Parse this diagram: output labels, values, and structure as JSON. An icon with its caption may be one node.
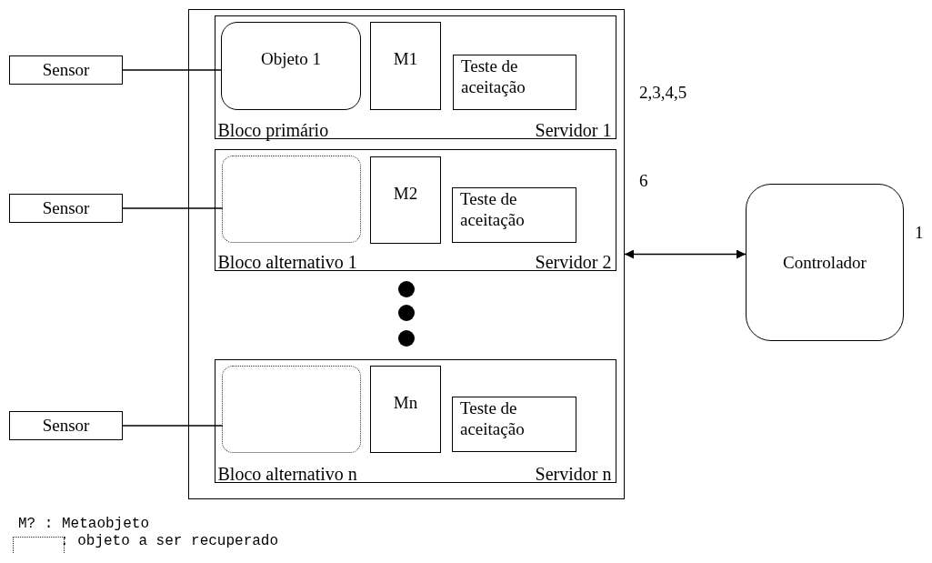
{
  "diagram": {
    "nodes": [
      {
        "text": [],
        "shape": "box"
      },
      {
        "text": [
          "Bloco primário",
          "Servidor 1"
        ],
        "in": 0
      },
      {
        "text": [
          "Objeto 1"
        ],
        "in": 1
      },
      {
        "text": [
          "M1"
        ],
        "in": 1
      },
      {
        "text": [
          "Teste de aceitação"
        ],
        "in": 1
      },
      {
        "text": [
          "Bloco alternativo 1",
          "Servidor 2"
        ],
        "in": 0
      },
      {
        "text": [],
        "shape": "box",
        "in": 5
      },
      {
        "text": [
          "M2"
        ],
        "in": 5
      },
      {
        "text": [
          "Teste de aceitação"
        ],
        "in": 5
      },
      {
        "text": [
          "Bloco alternativo n",
          "Servidor n"
        ],
        "in": 0
      },
      {
        "text": [],
        "shape": "box",
        "in": 9
      },
      {
        "text": [
          "Mn"
        ],
        "in": 9
      },
      {
        "text": [
          "Teste de aceitação"
        ],
        "in": 9
      },
      {
        "text": [
          "Sensor"
        ]
      },
      {
        "text": [
          "Sensor"
        ]
      },
      {
        "text": [
          "Sensor"
        ]
      },
      {
        "text": [
          "Controlador"
        ],
        "beside": [
          "1"
        ]
      }
    ],
    "edges": [
      {
        "from": 13,
        "to": 2,
        "arrow": "none"
      },
      {
        "from": 14,
        "to": 6,
        "arrow": "none"
      },
      {
        "from": 15,
        "to": 10,
        "arrow": "none"
      },
      {
        "from": 0,
        "to": 16,
        "arrow": "both"
      }
    ],
    "labels": [
      "2,3,4,5",
      "6",
      "M? : Metaobjeto"
    ],
    "legend": [
      {
        "text": ": objeto a ser recuperado"
      }
    ]
  }
}
